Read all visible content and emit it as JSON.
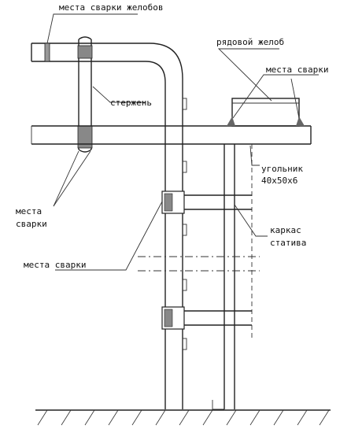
{
  "labels": {
    "trough_welds": "места сварки желобов",
    "row_trough": "рядовой желоб",
    "welds_top_right": "места сварки",
    "rod": "стержень",
    "angle_line1": "угольник",
    "angle_line2": "40х50х6",
    "welds_left_line1": "места",
    "welds_left_line2": "сварки",
    "frame_line1": "каркас",
    "frame_line2": "статива",
    "welds_middle": "места сварки"
  }
}
